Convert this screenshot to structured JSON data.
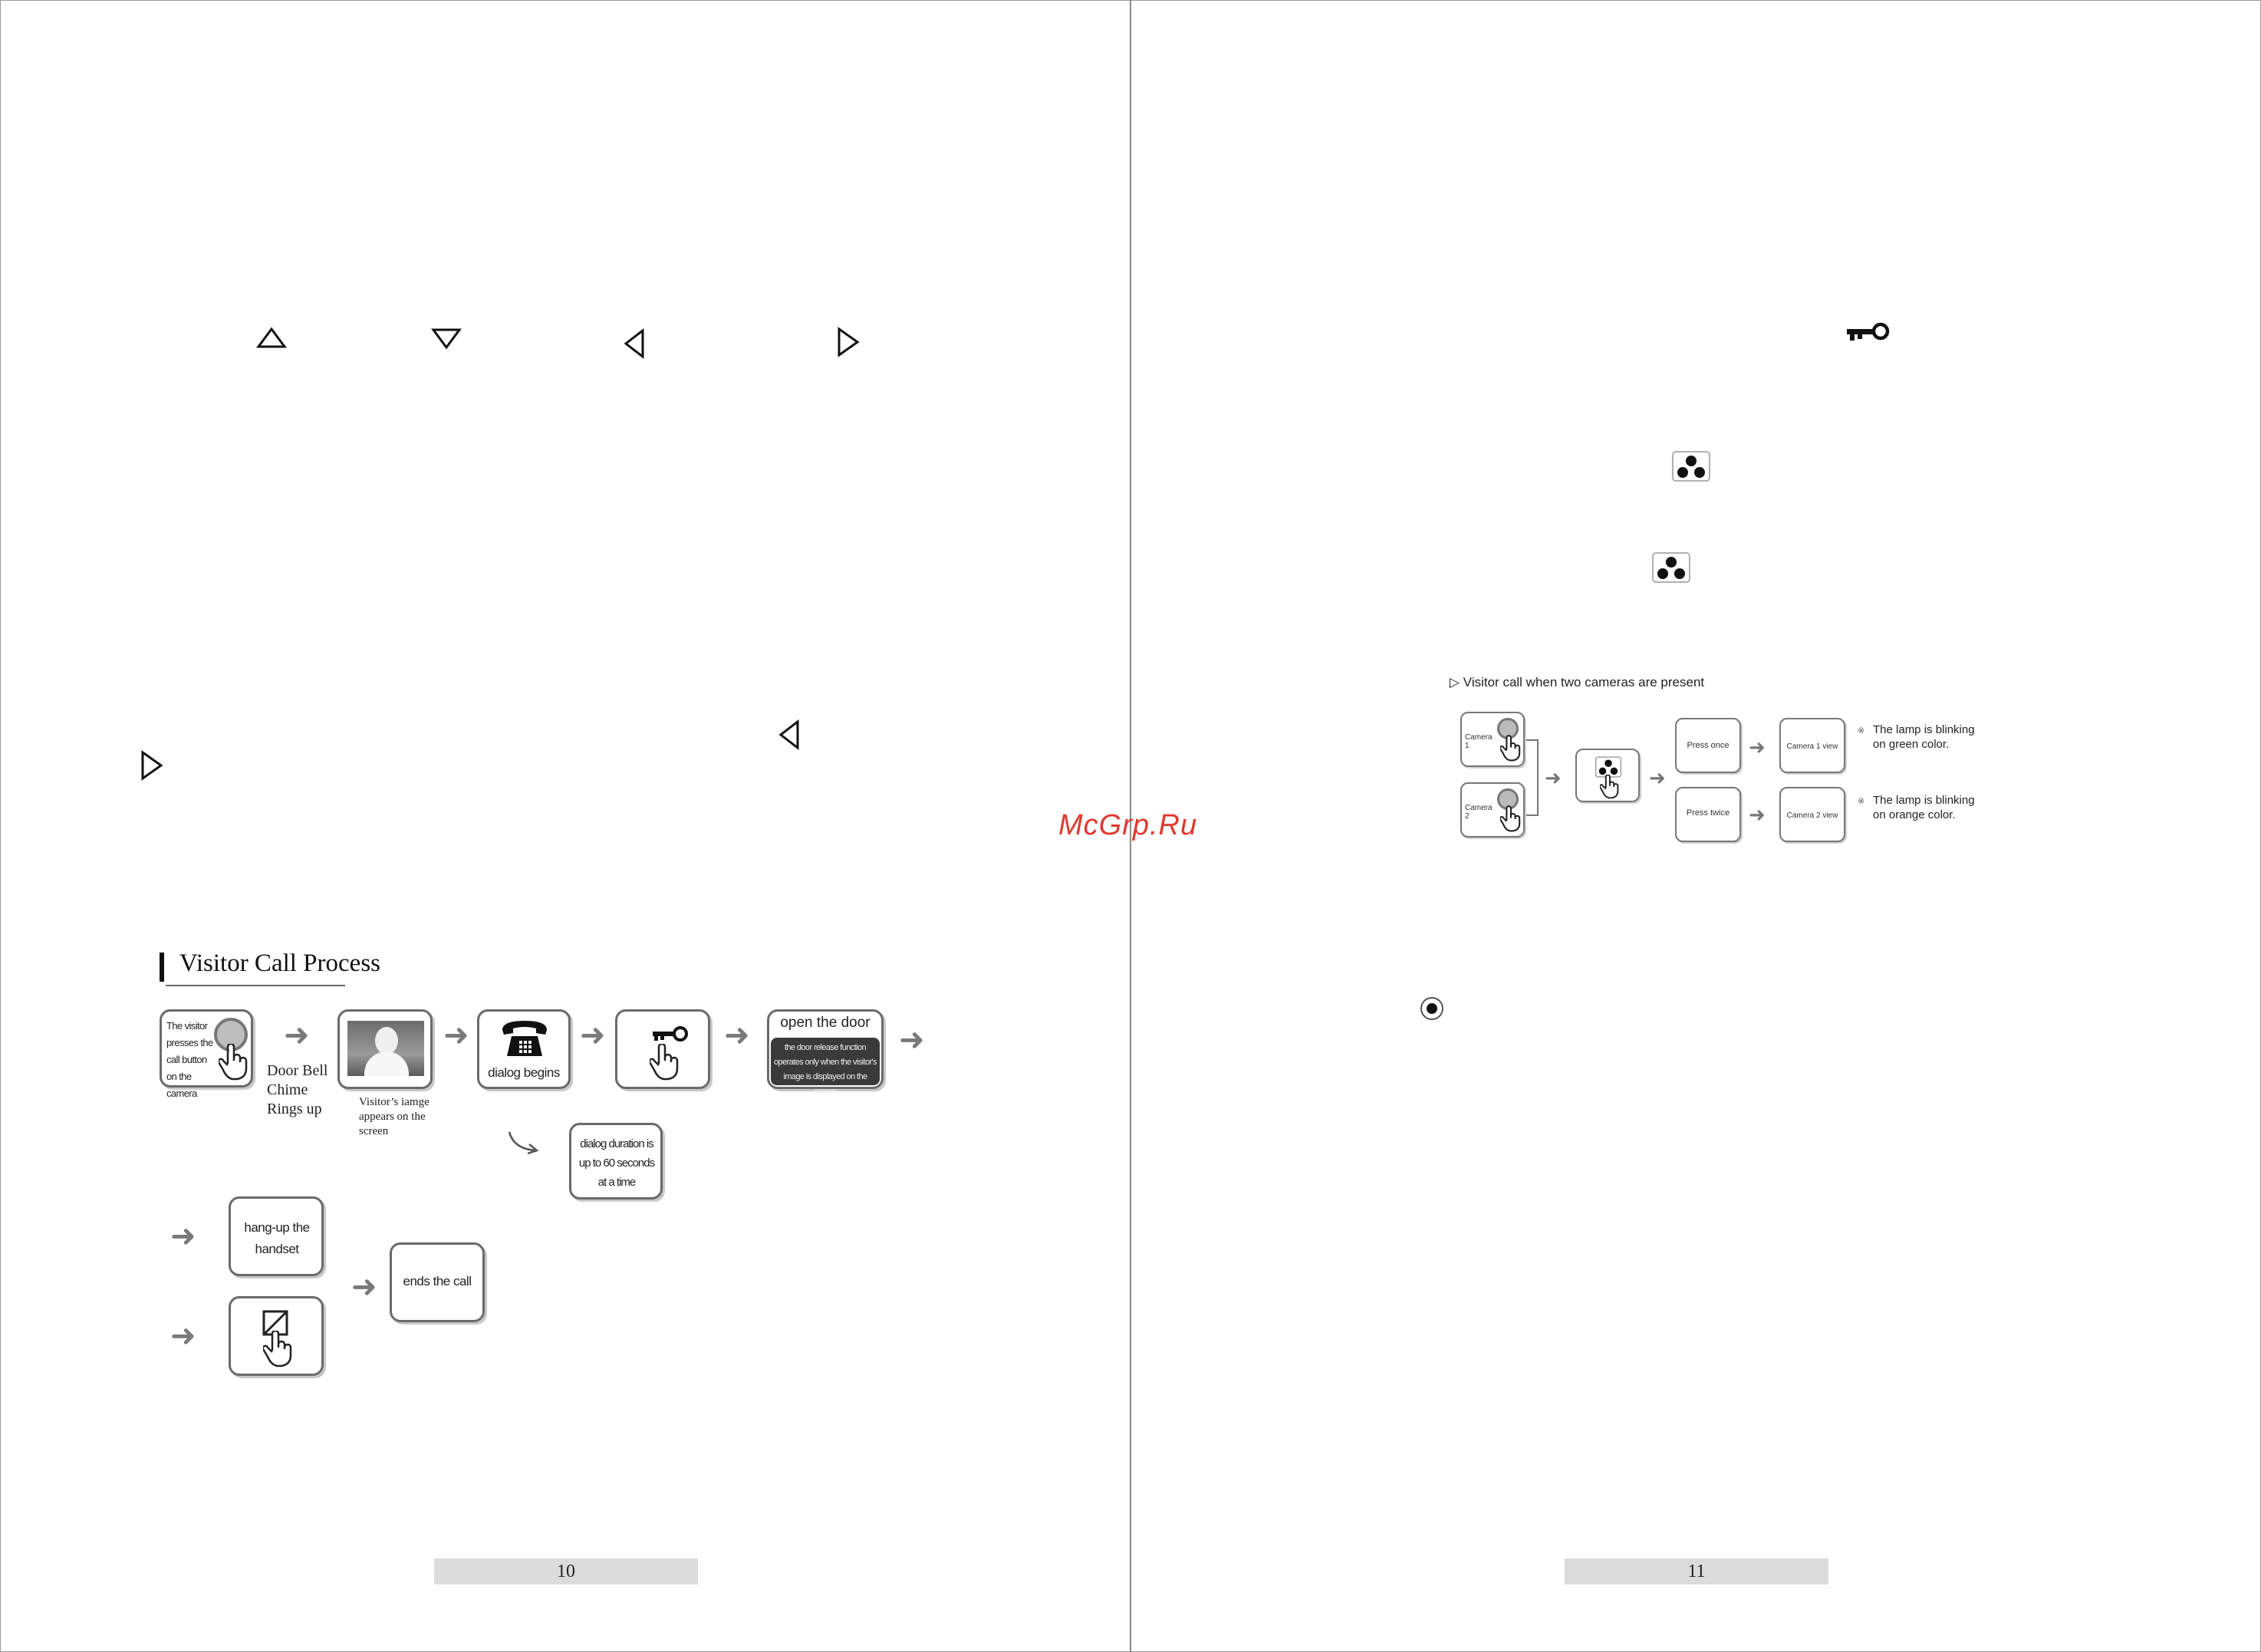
{
  "left_page": {
    "section_title": "Visitor Call Process",
    "page_number": "10",
    "steps": {
      "visitor_press": "The visitor presses the call button on the camera",
      "door_bell": "Door Bell Chime Rings up",
      "visitor_image": "Visitor’s iamge appears on the screen",
      "dialog_begins": "dialog begins",
      "open_door": "open the door",
      "open_door_note": "the door release function operates only when the visitor's image is displayed on the screen",
      "dialog_duration": "dialog duration is up to 60 seconds at a time",
      "hang_up": "hang-up the handset",
      "ends_call": "ends the call"
    },
    "icons": [
      "triangle-up-icon",
      "triangle-down-icon",
      "triangle-left-icon",
      "triangle-right-icon",
      "telephone-icon",
      "key-icon",
      "hand-pointer-icon",
      "monitor-off-icon"
    ]
  },
  "right_page": {
    "page_number": "11",
    "diagram_title": "Visitor call when two cameras are present",
    "camera1": "Camera 1",
    "camera2": "Camera 2",
    "press_once": "Press once",
    "press_twice": "Press twice",
    "camera1_view": "Camera 1 view",
    "camera2_view": "Camera 2 view",
    "note1": "The lamp is blinking on green color.",
    "note2": "The lamp is blinking on orange color.",
    "note_marker": "※",
    "icons": [
      "key-icon",
      "monitor-camera-icon",
      "radio-selected-icon"
    ]
  },
  "watermark": "McGrp.Ru"
}
